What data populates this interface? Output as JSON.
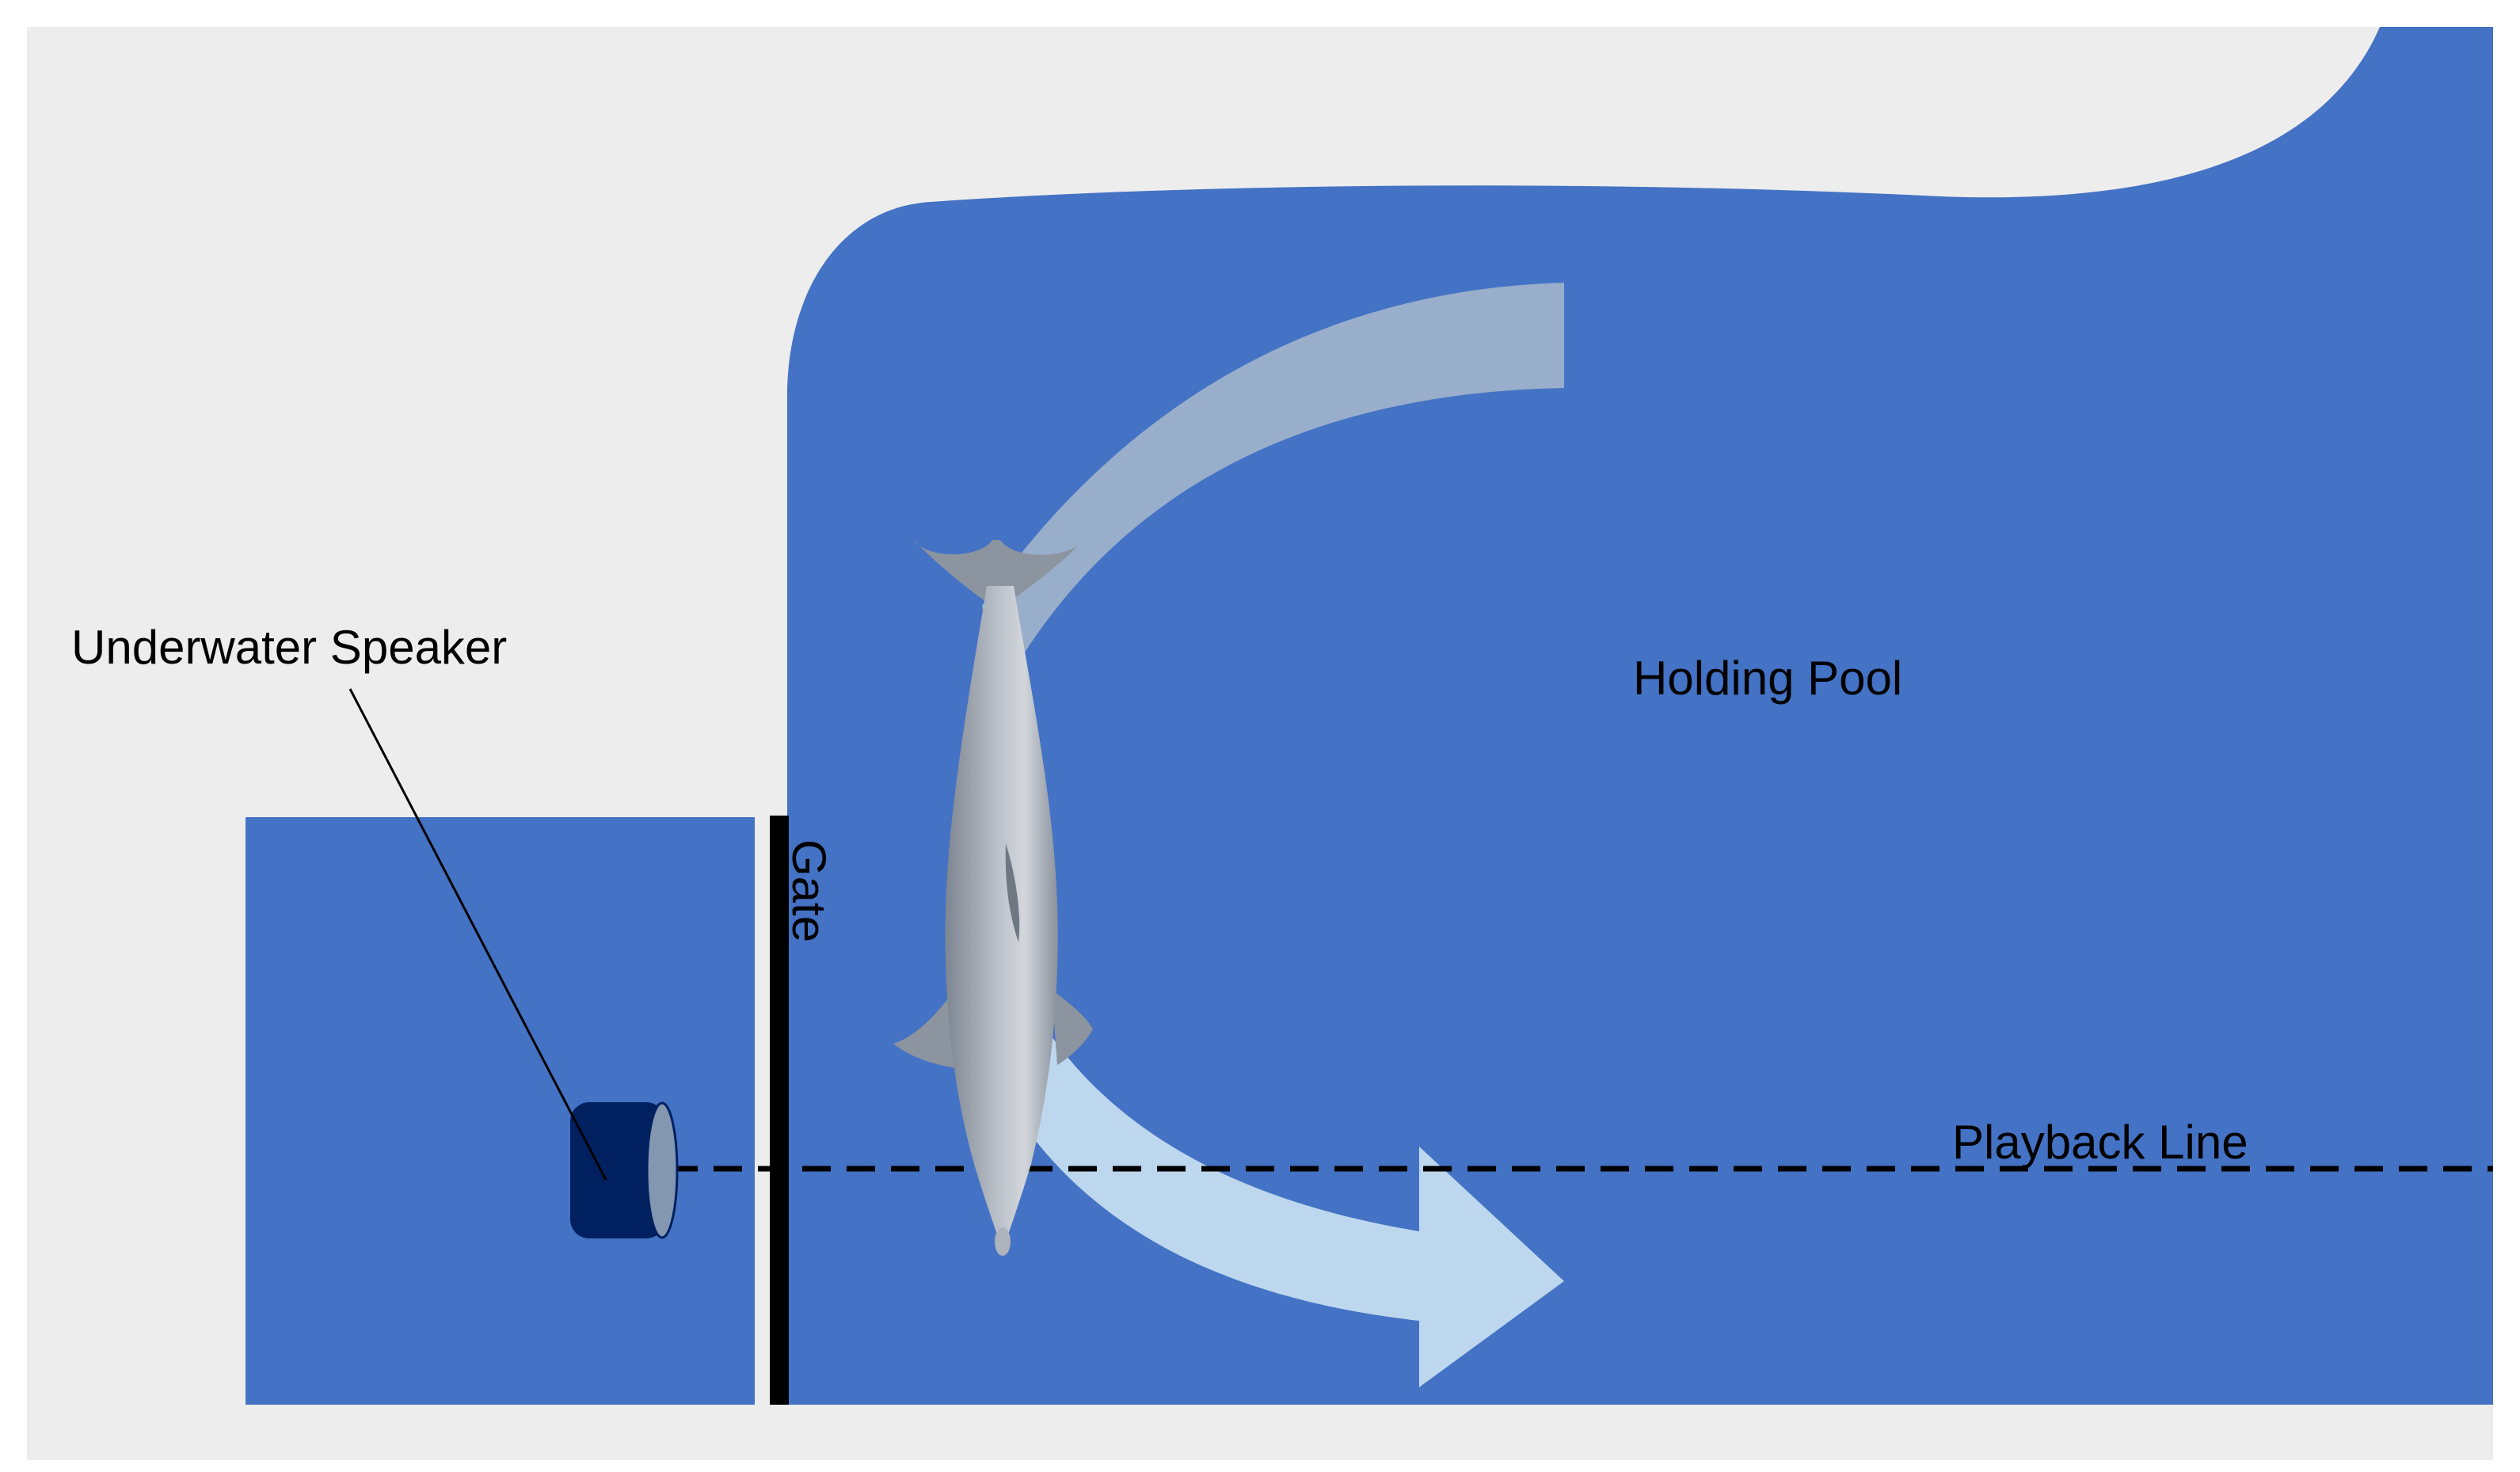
{
  "labels": {
    "speaker": "Underwater Speaker",
    "gate": "Gate",
    "pool": "Holding Pool",
    "playback": "Playback Line"
  },
  "colors": {
    "background": "#ffffff",
    "panel": "#ededed",
    "water": "#4472c4",
    "speaker_body": "#002060",
    "speaker_face": "#8497b0",
    "arrow_top": "#98aecb",
    "arrow_bottom": "#bdd7ee",
    "gate": "#000000",
    "dolphin_body": "#9aa2ad",
    "dolphin_belly": "#c7ccd3"
  }
}
